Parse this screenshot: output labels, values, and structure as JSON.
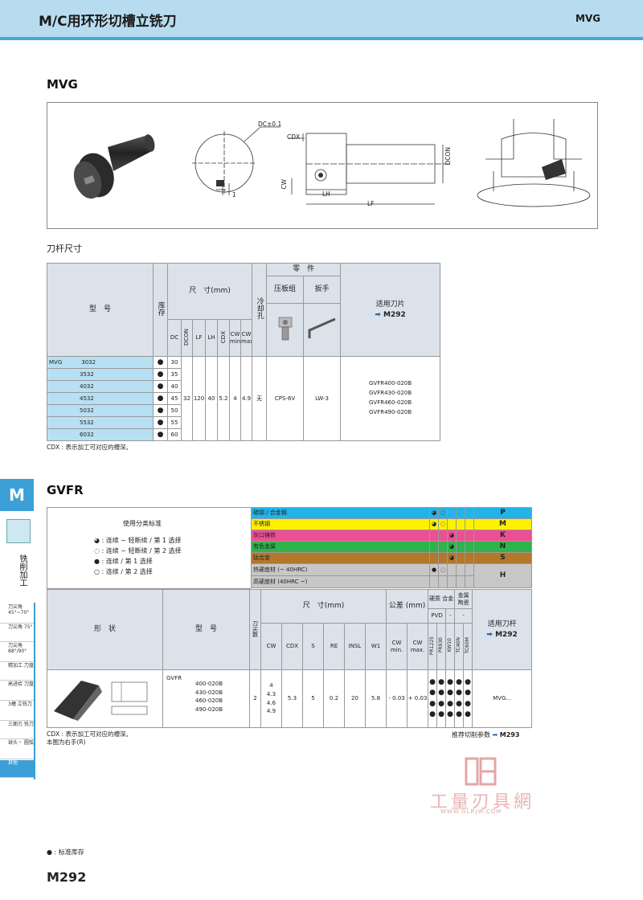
{
  "header": {
    "title": "M/C用环形切槽立铣刀",
    "code": "MVG"
  },
  "mvg": {
    "title": "MVG",
    "dim_labels": {
      "dc": "DC±0.1",
      "cdx": "CDX",
      "cw": "CW",
      "lh": "LH",
      "lf": "LF",
      "dcon": "DCON",
      "one": "1"
    },
    "subtitle": "刀杆尺寸",
    "head": {
      "model": "型　号",
      "stock": "库存",
      "size": "尺　寸(mm)",
      "coolant": "冷却孔",
      "parts": "零　件",
      "clamp": "压板组",
      "wrench": "扳手",
      "insert": "适用刀片",
      "insert_ref": "M292",
      "cols": [
        "DC",
        "DCON",
        "LF",
        "LH",
        "CDX",
        "CW min.",
        "CW max."
      ]
    },
    "series": "MVG",
    "rows": [
      {
        "code": "3032",
        "dc": "30"
      },
      {
        "code": "3532",
        "dc": "35"
      },
      {
        "code": "4032",
        "dc": "40"
      },
      {
        "code": "4532",
        "dc": "45"
      },
      {
        "code": "5032",
        "dc": "50"
      },
      {
        "code": "5532",
        "dc": "55"
      },
      {
        "code": "6032",
        "dc": "60"
      }
    ],
    "stock_mark": "●",
    "common": {
      "dcon": "32",
      "lf": "120",
      "lh": "40",
      "cdx": "5.2",
      "cwmin": "4",
      "cwmax": "4.9",
      "coolant": "无",
      "clamp": "CPS-6V",
      "wrench": "LW-3"
    },
    "inserts": [
      "GVFR400-020B",
      "GVFR430-020B",
      "GVFR460-020B",
      "GVFR490-020B"
    ],
    "note": "CDX : 表示加工可对应的槽深。"
  },
  "side": {
    "letter": "M",
    "label": "铣削加工",
    "tabs": [
      "刀尖角 45°~70°",
      "刀尖角 75°",
      "刀尖角 88°/90°",
      "精加工 刀盘",
      "高进给 刀盘",
      "3槽 立铣刀",
      "三面刃 铣刀",
      "球头・ 圆弧",
      "其他"
    ]
  },
  "gvfr": {
    "title": "GVFR",
    "legend_title": "使用分类标准",
    "legend": [
      "◕ : 连续 ~ 轻断续 / 第 1 选择",
      "◌ : 连续 ~ 轻断续 / 第 2 选择",
      "● : 连续 / 第 1 选择",
      "○ : 连续 / 第 2 选择"
    ],
    "materials": [
      {
        "name": "碳钢 / 合金钢",
        "m1": "◕",
        "m2": "◌",
        "m3": "",
        "m4": "",
        "code": "P",
        "color": "#22b4e8"
      },
      {
        "name": "不锈钢",
        "m1": "◕",
        "m2": "◌",
        "m3": "",
        "m4": "",
        "code": "M",
        "color": "#fff000"
      },
      {
        "name": "灰口铸铁",
        "m1": "",
        "m2": "",
        "m3": "◕",
        "m4": "",
        "code": "K",
        "color": "#ec4f93"
      },
      {
        "name": "有色金属",
        "m1": "",
        "m2": "",
        "m3": "◕",
        "m4": "",
        "code": "N",
        "color": "#2fb34a"
      },
      {
        "name": "钛合金",
        "m1": "",
        "m2": "",
        "m3": "◕",
        "m4": "",
        "code": "S",
        "color": "#b3782a"
      },
      {
        "name": "热硬度材 (~ 40HRC)",
        "m1": "●",
        "m2": "◌",
        "m3": "",
        "m4": "",
        "code": "H",
        "color": "#c7c7c7"
      },
      {
        "name": "高硬度材 (40HRC ~)",
        "m1": "",
        "m2": "",
        "m3": "",
        "m4": "",
        "code": "",
        "color": "#c7c7c7"
      }
    ],
    "head": {
      "shape": "形　状",
      "model": "型　号",
      "edges": "刀尖数",
      "size": "尺　寸(mm)",
      "tol": "公差 (mm)",
      "carbide": "硬质 合金",
      "cermet": "金属 陶瓷",
      "pvd": "PVD",
      "dash1": "-",
      "dash2": "-",
      "holder": "适用刀杆",
      "holder_ref": "M292",
      "cols": [
        "CW",
        "CDX",
        "S",
        "RE",
        "INSL",
        "W1"
      ],
      "tol_cols": [
        "CW min.",
        "CW max."
      ],
      "grades": [
        "PR1225",
        "PR930",
        "KW10",
        "TC40N",
        "TC60M"
      ]
    },
    "row": {
      "series": "GVFR",
      "models": [
        "400-020B",
        "430-020B",
        "460-020B",
        "490-020B"
      ],
      "edges": "2",
      "cw": [
        "4",
        "4.3",
        "4.6",
        "4.9"
      ],
      "cdx": "5.3",
      "s": "5",
      "re": "0.2",
      "insl": "20",
      "w1": "5.8",
      "cwmin": "- 0.03",
      "cwmax": "+ 0.03",
      "dot": "●",
      "holder": "MVG..."
    },
    "note1": "CDX : 表示加工可对应的槽深。",
    "note2": "本图为右手(R)",
    "ref_label": "推荐切削参数",
    "ref_page": "M293"
  },
  "watermark": {
    "text": "工量刃具網",
    "url": "WWW.GLRJW.COM"
  },
  "footer": {
    "legend": "● : 标准库存",
    "page": "M292"
  }
}
